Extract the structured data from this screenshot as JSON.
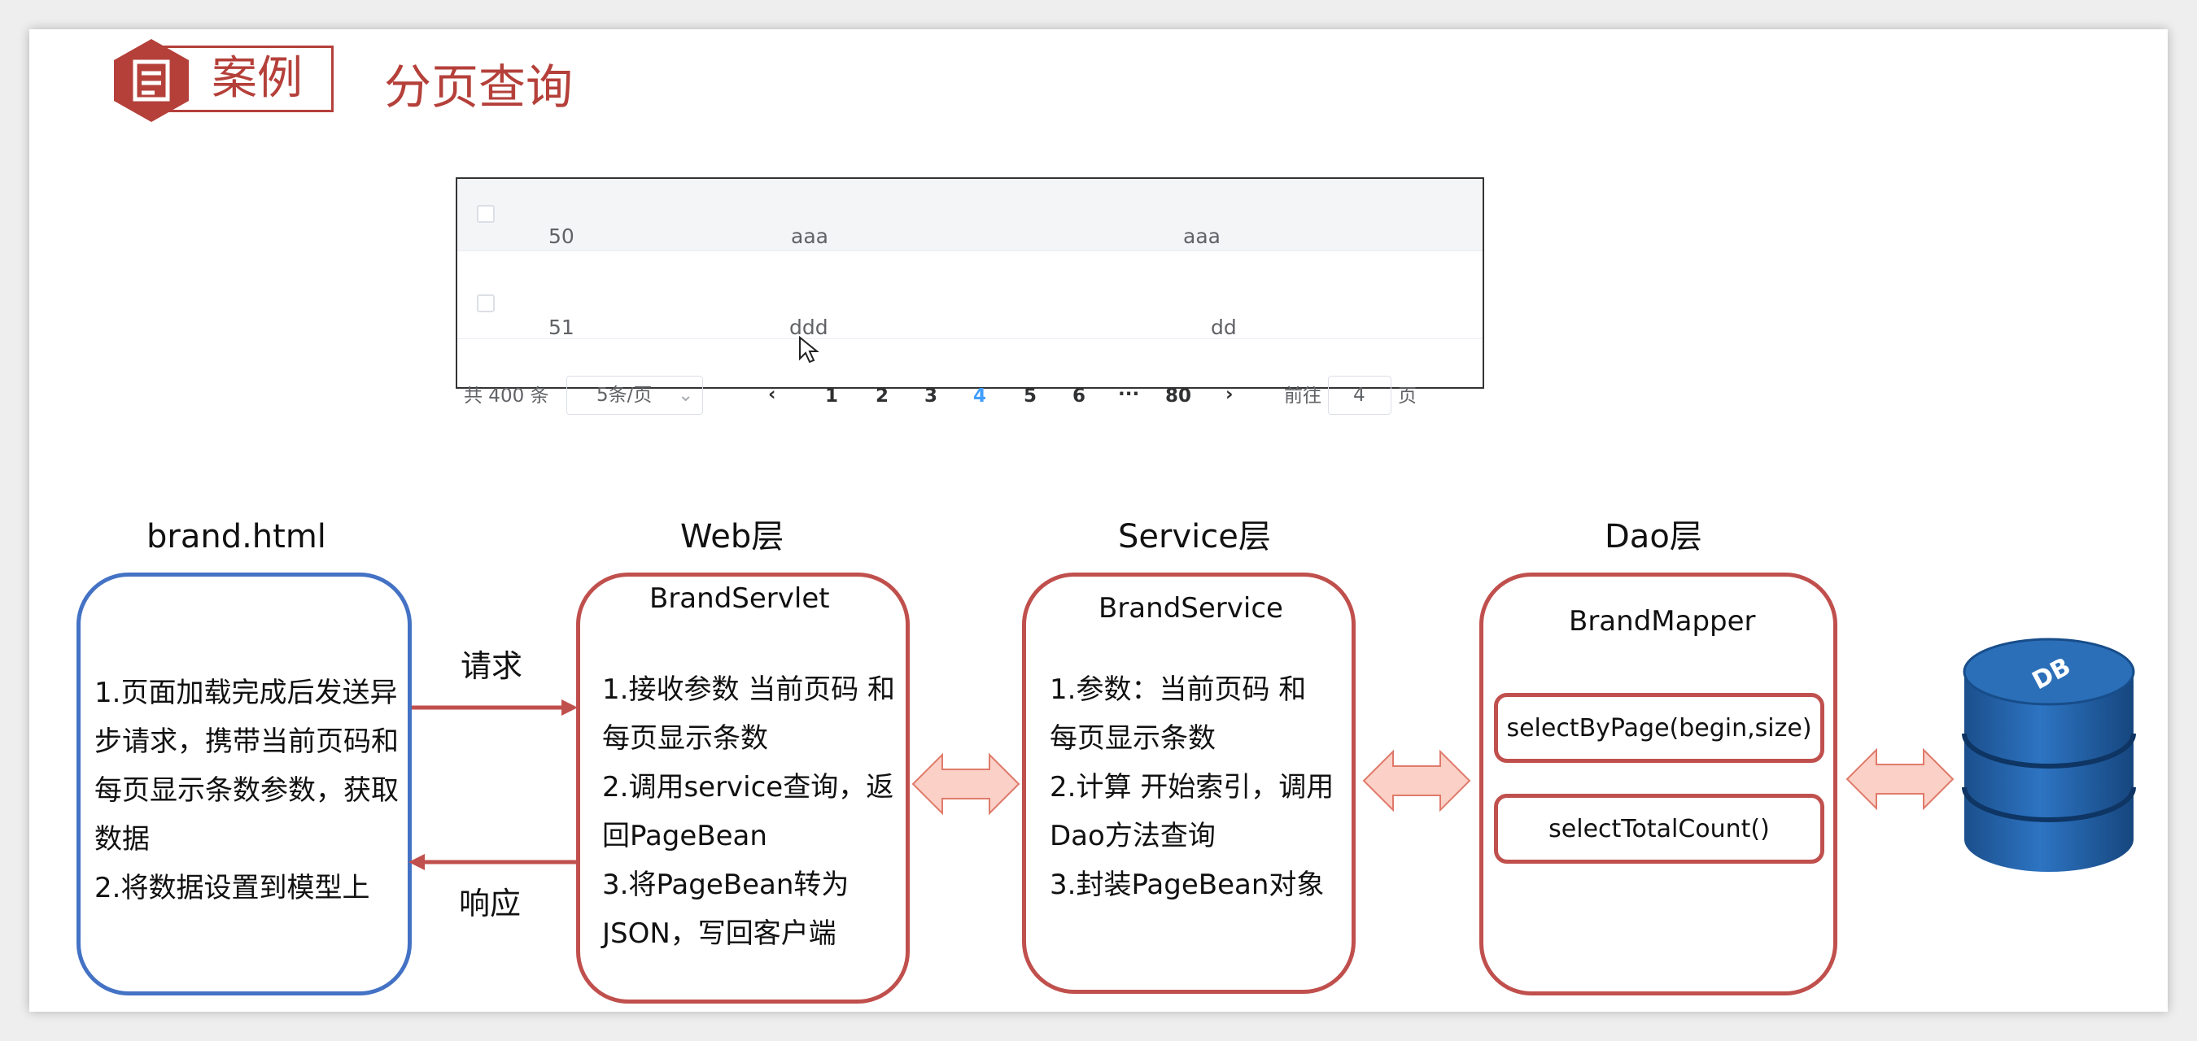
{
  "header": {
    "badge_label": "案例",
    "title": "分页查询"
  },
  "table": {
    "rows": [
      {
        "id": "50",
        "col2": "aaa",
        "col3": "aaa"
      },
      {
        "id": "51",
        "col2": "ddd",
        "col3": "dd"
      }
    ]
  },
  "pagination": {
    "total": "共 400 条",
    "page_size": "5条/页",
    "prev": "‹",
    "pages": [
      "1",
      "2",
      "3",
      "4",
      "5",
      "6"
    ],
    "ellipsis": "···",
    "last_page": "80",
    "next": "›",
    "goto_prefix": "前往",
    "goto_value": "4",
    "goto_suffix": "页",
    "current_page": 4
  },
  "diagram": {
    "columns": {
      "client": "brand.html",
      "web": "Web层",
      "service": "Service层",
      "dao": "Dao层"
    },
    "client_box": {
      "lines": [
        "1.页面加载完成后发送异",
        "步请求，携带当前页码和",
        "每页显示条数参数，获取",
        "数据",
        "2.将数据设置到模型上"
      ]
    },
    "web_box": {
      "title": "BrandServlet",
      "lines": [
        "1.接收参数 当前页码 和",
        "每页显示条数",
        "2.调用service查询，返",
        "回PageBean",
        "3.将PageBean转为",
        "JSON，写回客户端"
      ]
    },
    "service_box": {
      "title": "BrandService",
      "lines": [
        "1.参数：当前页码 和",
        "每页显示条数",
        "2.计算 开始索引，调用",
        "Dao方法查询",
        "3.封装PageBean对象"
      ]
    },
    "dao_box": {
      "title": "BrandMapper",
      "methods": [
        "selectByPage(begin,size)",
        "selectTotalCount()"
      ]
    },
    "request_label": "请求",
    "response_label": "响应",
    "db_label": "DB"
  },
  "colors": {
    "accent_red": "#c0504d",
    "client_blue": "#4472c4",
    "db_blue": "#1f5fa6",
    "arrow_fill": "#fbd0c6"
  }
}
